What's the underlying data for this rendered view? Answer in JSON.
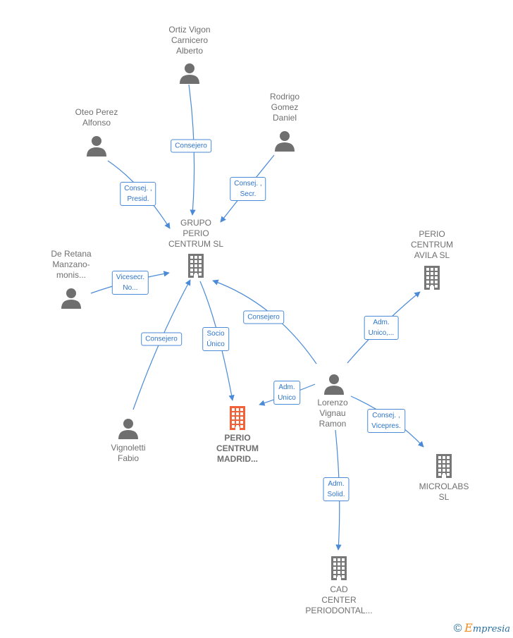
{
  "nodes": [
    {
      "id": "grupo",
      "type": "company",
      "label": "GRUPO\nPERIO\nCENTRUM SL",
      "color": "#777777"
    },
    {
      "id": "madrid",
      "type": "company",
      "label": "PERIO\nCENTRUM\nMADRID...",
      "color": "#f0623a",
      "focus": true
    },
    {
      "id": "avila",
      "type": "company",
      "label": "PERIO\nCENTRUM\nAVILA SL",
      "color": "#777777"
    },
    {
      "id": "microlabs",
      "type": "company",
      "label": "MICROLABS\nSL",
      "color": "#777777"
    },
    {
      "id": "cad",
      "type": "company",
      "label": "CAD\nCENTER\nPERIODONTAL...",
      "color": "#777777"
    },
    {
      "id": "ortiz",
      "type": "person",
      "label": "Ortiz Vigon\nCarnicero\nAlberto",
      "color": "#6f6f6f"
    },
    {
      "id": "rodrigo",
      "type": "person",
      "label": "Rodrigo\nGomez\nDaniel",
      "color": "#6f6f6f"
    },
    {
      "id": "oteo",
      "type": "person",
      "label": "Oteo Perez\nAlfonso",
      "color": "#6f6f6f"
    },
    {
      "id": "deretana",
      "type": "person",
      "label": "De Retana\nManzano-\nmonis...",
      "color": "#6f6f6f"
    },
    {
      "id": "vignoletti",
      "type": "person",
      "label": "Vignoletti\nFabio",
      "color": "#6f6f6f"
    },
    {
      "id": "lorenzo",
      "type": "person",
      "label": "Lorenzo\nVignau\nRamon",
      "color": "#6f6f6f"
    }
  ],
  "edges": [
    {
      "from": "ortiz",
      "to": "grupo",
      "label": "Consejero"
    },
    {
      "from": "oteo",
      "to": "grupo",
      "label": "Consej. ,\nPresid."
    },
    {
      "from": "rodrigo",
      "to": "grupo",
      "label": "Consej. ,\nSecr."
    },
    {
      "from": "deretana",
      "to": "grupo",
      "label": "Vicesecr.\nNo..."
    },
    {
      "from": "vignoletti",
      "to": "grupo",
      "label": "Consejero"
    },
    {
      "from": "grupo",
      "to": "madrid",
      "label": "Socio\nÚnico"
    },
    {
      "from": "lorenzo",
      "to": "grupo",
      "label": "Consejero"
    },
    {
      "from": "lorenzo",
      "to": "madrid",
      "label": "Adm.\nUnico"
    },
    {
      "from": "lorenzo",
      "to": "avila",
      "label": "Adm.\nUnico,..."
    },
    {
      "from": "lorenzo",
      "to": "microlabs",
      "label": "Consej. ,\nVicepres."
    },
    {
      "from": "lorenzo",
      "to": "cad",
      "label": "Adm.\nSolid."
    }
  ],
  "colors": {
    "edge": "#4a8ad6",
    "label_border": "#4a8ad6",
    "label_text": "#2e74c9"
  },
  "brand": {
    "copyright": "©",
    "initial": "E",
    "name": "mpresia"
  }
}
